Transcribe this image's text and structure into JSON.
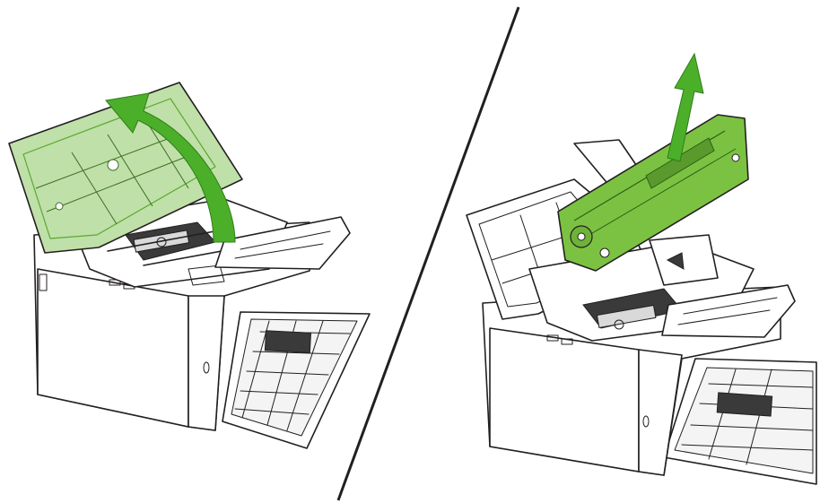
{
  "colors": {
    "highlight_fill": "#bfe0a8",
    "highlight_stroke": "#5aa832",
    "arrow": "#4caf2a",
    "cartridge": "#7cc242",
    "outline": "#231f20"
  },
  "panels": [
    {
      "step": "open-lid",
      "icon": "curved-arrow-up-icon",
      "highlight": "printer-lid"
    },
    {
      "step": "remove-cartridge",
      "icon": "straight-arrow-up-icon",
      "highlight": "toner-cartridge"
    }
  ]
}
